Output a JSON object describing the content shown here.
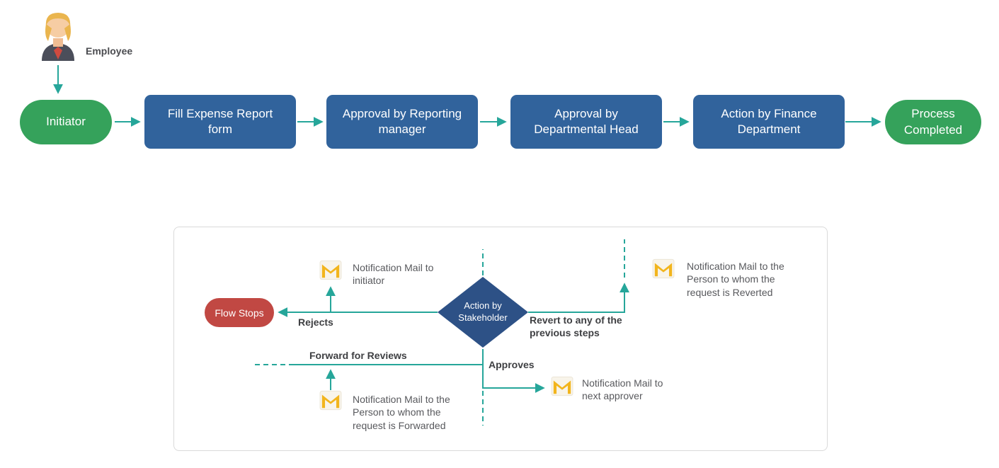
{
  "colors": {
    "process_blue": "#31639c",
    "terminator_green": "#35a25b",
    "decision_navy": "#2d5186",
    "stop_red": "#c14843",
    "connector_teal": "#26a69a",
    "mail_gold": "#f2b51d",
    "label_text": "#3e3f42",
    "note_text": "#58595d"
  },
  "top_flow": {
    "actor": {
      "label": "Employee",
      "icon": "employee-avatar-icon"
    },
    "nodes": [
      {
        "label": "Initiator",
        "type": "terminator"
      },
      {
        "label": "Fill Expense Report form",
        "type": "process"
      },
      {
        "label": "Approval by Reporting manager",
        "type": "process"
      },
      {
        "label": "Approval by Departmental Head",
        "type": "process"
      },
      {
        "label": "Action by Finance Department",
        "type": "process"
      },
      {
        "label": "Process Completed",
        "type": "terminator"
      }
    ]
  },
  "stakeholder_flow": {
    "decision": {
      "label": "Action by Stakeholder",
      "type": "decision"
    },
    "terminal": {
      "label": "Flow Stops",
      "type": "stop"
    },
    "branch_labels": {
      "rejects": "Rejects",
      "revert": "Revert to any of the previous steps",
      "forward": "Forward for Reviews",
      "approves": "Approves"
    },
    "notes": [
      {
        "icon": "mail-icon",
        "text": "Notification Mail to initiator"
      },
      {
        "icon": "mail-icon",
        "text": "Notification Mail to the Person to whom the request is Reverted"
      },
      {
        "icon": "mail-icon",
        "text": "Notification Mail to next approver"
      },
      {
        "icon": "mail-icon",
        "text": "Notification Mail to the Person to whom the request is Forwarded"
      }
    ]
  }
}
